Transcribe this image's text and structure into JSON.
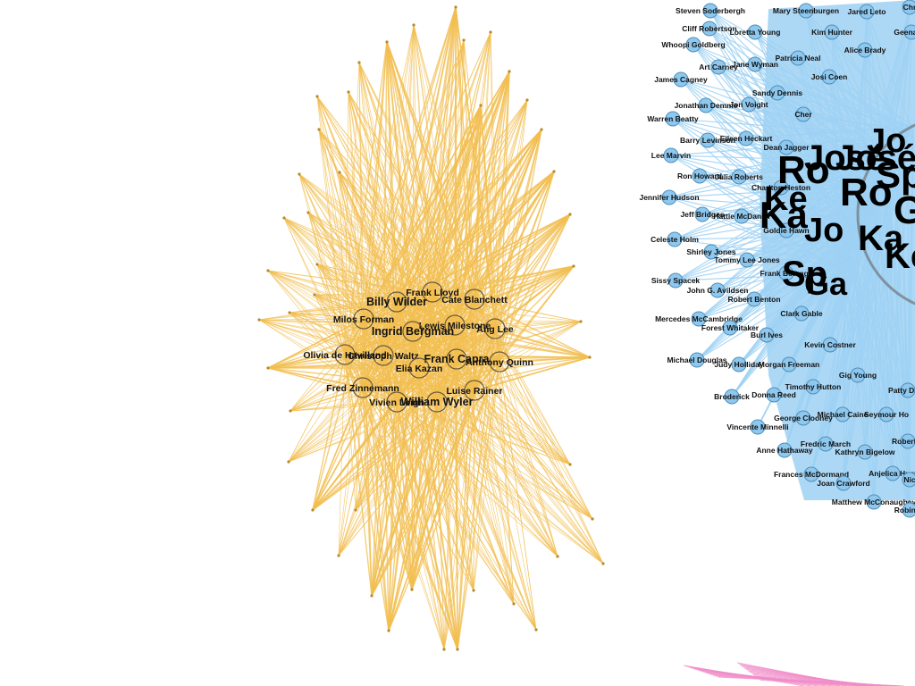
{
  "colors": {
    "orange_edge": "#f2be4f",
    "blue_fill": "#8ec8ef",
    "blue_edge": "#9dd1f3",
    "pink_edge": "#f08cc8",
    "node_stroke": "#6b5a3a"
  },
  "orange_cluster": {
    "labels": [
      "Frank Lloyd",
      "Cate Blanchett",
      "Billy Wilder",
      "Lewis Milestone",
      "Ang Lee",
      "Milos Forman",
      "Ingrid Bergman",
      "Olivia de Havilland",
      "Christoph Waltz",
      "Frank Capra",
      "Anthony Quinn",
      "Elia Kazan",
      "Fred Zinnemann",
      "Luise Rainer",
      "Vivien Leigh",
      "William Wyler"
    ]
  },
  "blue_cluster": {
    "labels": [
      "Steven Soderbergh",
      "Mary Steenburgen",
      "Jared Leto",
      "Chr",
      "Cliff Robertson",
      "Loretta Young",
      "Kim Hunter",
      "Geena Da",
      "Whoopi Goldberg",
      "Alice Brady",
      "Art Carney",
      "Jane Wyman",
      "Patricia Neal",
      "James Cagney",
      "Josi Coen",
      "Sandy Dennis",
      "Jonathan Demme",
      "Jon Voight",
      "Warren Beatty",
      "Cher",
      "Eileen Heckart",
      "Barry Levinson",
      "Dean Jagger",
      "Lee Marvin",
      "Ron Howard",
      "Julia Roberts",
      "Charlton Heston",
      "Jennifer Hudson",
      "Jeff Bridges",
      "Hattie McDaniel",
      "Goldie Hawn",
      "Celeste Holm",
      "Shirley Jones",
      "Tommy Lee Jones",
      "Sissy Spacek",
      "Frank Borzage",
      "John G. Avildsen",
      "Robert Benton",
      "Mercedes McCambridge",
      "Clark Gable",
      "Forest Whitaker",
      "Burl Ives",
      "Kevin Costner",
      "Michael Douglas",
      "Judy Holliday",
      "Morgan Freeman",
      "Gig Young",
      "Patty Duke",
      "Broderick",
      "Timothy Hutton",
      "Donna Reed",
      "George Clooney",
      "Michael Caine",
      "Seymour Ho",
      "Vincente Minnelli",
      "Fredric March",
      "Robert R",
      "Anne Hathaway",
      "Kathryn Bigelow",
      "Frances McDormand",
      "Anjelica Hust",
      "Joan Crawford",
      "Nic",
      "Matthew McConaughey",
      "Robin W"
    ],
    "big_labels": [
      "José",
      "Ro",
      "Ka",
      "Sp",
      "Ke",
      "Jo",
      "Ga"
    ]
  }
}
